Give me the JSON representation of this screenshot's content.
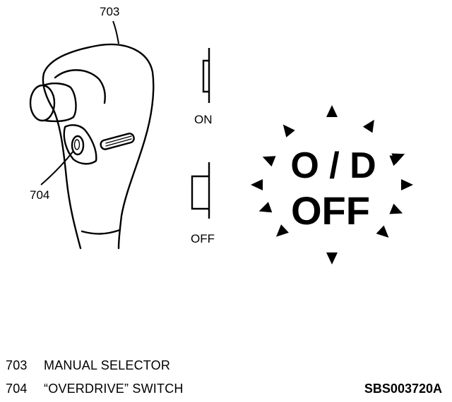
{
  "callouts": {
    "selector_number": "703",
    "switch_number": "704"
  },
  "switch_states": {
    "on_label": "ON",
    "off_label": "OFF"
  },
  "indicator": {
    "line1": "O / D",
    "line2": "OFF"
  },
  "legend": [
    {
      "number": "703",
      "label": "MANUAL SELECTOR"
    },
    {
      "number": "704",
      "label": "“OVERDRIVE” SWITCH"
    }
  ],
  "figure_code": "SBS003720A"
}
